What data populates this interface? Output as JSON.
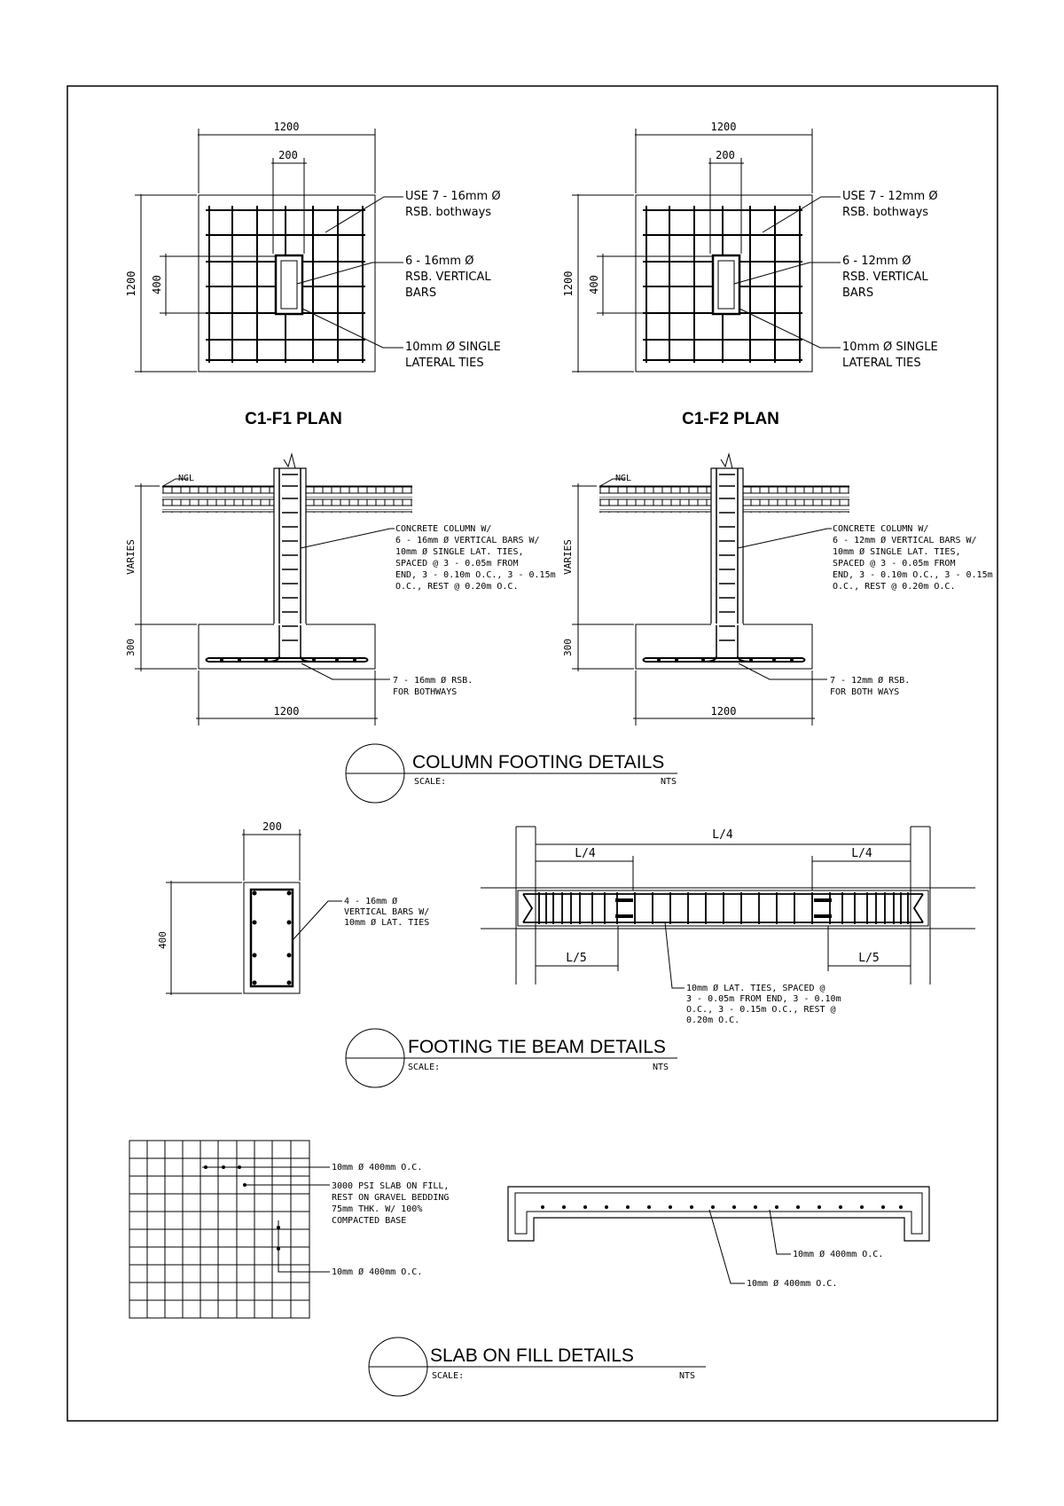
{
  "plans": [
    {
      "title": "C1-F1 PLAN",
      "dim_width": "1200",
      "dim_column": "200",
      "dim_height": "1200",
      "dim_column_depth": "400",
      "note_bottom_bars": [
        "USE 7 - 16mm Ø",
        "RSB. bothways"
      ],
      "note_vertical_bars": [
        "6 - 16mm Ø",
        "RSB. VERTICAL",
        "BARS"
      ],
      "note_ties": [
        "10mm Ø SINGLE",
        "LATERAL TIES"
      ]
    },
    {
      "title": "C1-F2 PLAN",
      "dim_width": "1200",
      "dim_column": "200",
      "dim_height": "1200",
      "dim_column_depth": "400",
      "note_bottom_bars": [
        "USE 7 - 12mm Ø",
        "RSB. bothways"
      ],
      "note_vertical_bars": [
        "6 - 12mm Ø",
        "RSB. VERTICAL",
        "BARS"
      ],
      "note_ties": [
        "10mm Ø SINGLE",
        "LATERAL TIES"
      ]
    }
  ],
  "sections": [
    {
      "ngl": "NGL",
      "dim_varies": "VARIES",
      "dim_depth": "300",
      "dim_width": "1200",
      "note_column": [
        "CONCRETE COLUMN W/",
        "6 - 16mm Ø VERTICAL BARS W/",
        "10mm Ø SINGLE LAT. TIES,",
        "SPACED @ 3 - 0.05m  FROM",
        "END, 3 - 0.10m O.C., 3 - 0.15m",
        "O.C., REST @ 0.20m O.C."
      ],
      "note_bars": [
        "7 - 16mm Ø RSB.",
        "FOR BOTHWAYS"
      ]
    },
    {
      "ngl": "NGL",
      "dim_varies": "VARIES",
      "dim_depth": "300",
      "dim_width": "1200",
      "note_column": [
        "CONCRETE COLUMN W/",
        "6 - 12mm Ø VERTICAL BARS W/",
        "10mm Ø SINGLE LAT. TIES,",
        "SPACED @ 3 - 0.05m  FROM",
        "END, 3 - 0.10m O.C., 3 - 0.15m",
        "O.C., REST @ 0.20m O.C."
      ],
      "note_bars": [
        "7 - 12mm Ø RSB.",
        "FOR BOTH WAYS"
      ]
    }
  ],
  "column_footing_title": {
    "title": "COLUMN FOOTING DETAILS",
    "scale_label": "SCALE:",
    "scale_value": "NTS"
  },
  "tie_beam": {
    "section_dim_width": "200",
    "section_dim_height": "400",
    "section_note": [
      "4 - 16mm Ø",
      "VERTICAL BARS W/",
      "10mm Ø LAT. TIES"
    ],
    "elev_dim_top": "L/4",
    "elev_dim_left": "L/4",
    "elev_dim_right": "L/4",
    "elev_dim_bottom_left": "L/5",
    "elev_dim_bottom_right": "L/5",
    "elev_note": [
      "10mm Ø LAT. TIES, SPACED @",
      "3 - 0.05m  FROM END, 3 - 0.10m",
      "O.C., 3 - 0.15m O.C., REST @",
      "0.20m O.C."
    ]
  },
  "tie_beam_title": {
    "title": "FOOTING TIE BEAM DETAILS",
    "scale_label": "SCALE:",
    "scale_value": "NTS"
  },
  "slab": {
    "plan_note_top": "10mm Ø 400mm O.C.",
    "plan_note_mid": [
      "3000 PSI SLAB ON FILL,",
      "REST ON GRAVEL BEDDING",
      "75mm THK. W/ 100%",
      "COMPACTED BASE"
    ],
    "plan_note_bottom": "10mm Ø 400mm O.C.",
    "section_note_1": "10mm Ø 400mm O.C.",
    "section_note_2": "10mm Ø 400mm O.C."
  },
  "slab_title": {
    "title": "SLAB ON FILL DETAILS",
    "scale_label": "SCALE:",
    "scale_value": "NTS"
  }
}
